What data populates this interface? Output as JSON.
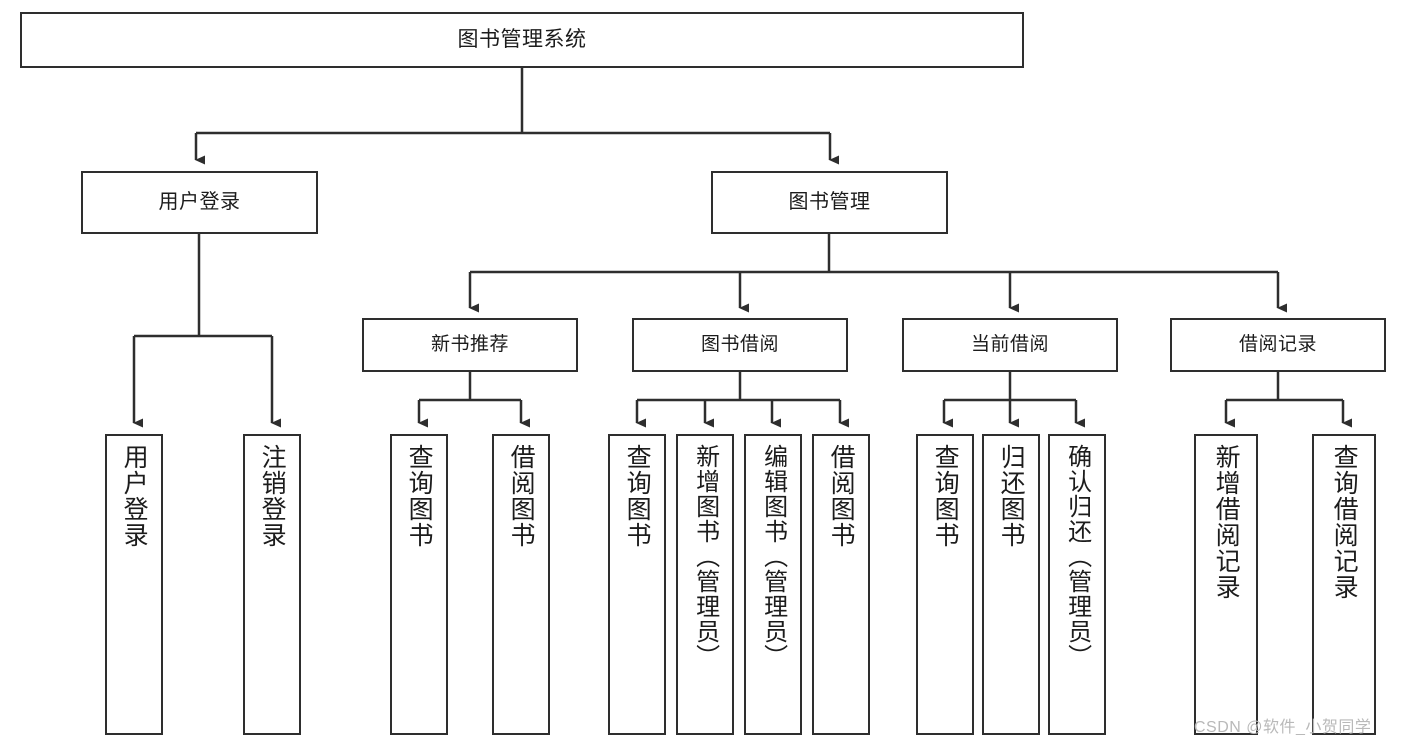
{
  "diagram": {
    "type": "tree",
    "title": "图书管理系统",
    "root": {
      "label": "图书管理系统"
    },
    "level1": [
      {
        "label": "用户登录"
      },
      {
        "label": "图书管理"
      }
    ],
    "level2": [
      {
        "label": "新书推荐"
      },
      {
        "label": "图书借阅"
      },
      {
        "label": "当前借阅"
      },
      {
        "label": "借阅记录"
      }
    ],
    "leaves": {
      "user_login": [
        {
          "label": "用户登录"
        },
        {
          "label": "注销登录"
        }
      ],
      "new_book_recommend": [
        {
          "label": "查询图书"
        },
        {
          "label": "借阅图书"
        }
      ],
      "book_borrow": [
        {
          "label": "查询图书"
        },
        {
          "label": "新增图书（管理员）"
        },
        {
          "label": "编辑图书（管理员）"
        },
        {
          "label": "借阅图书"
        }
      ],
      "current_borrow": [
        {
          "label": "查询图书"
        },
        {
          "label": "归还图书"
        },
        {
          "label": "确认归还（管理员）"
        }
      ],
      "borrow_record": [
        {
          "label": "新增借阅记录"
        },
        {
          "label": "查询借阅记录"
        }
      ]
    }
  },
  "watermark": {
    "text": "CSDN @软件_小贺同学"
  },
  "colors": {
    "background": "#ffffff",
    "border": "#2e2e2e",
    "text": "#1c1c1c",
    "watermark": "#b9b9b9"
  }
}
